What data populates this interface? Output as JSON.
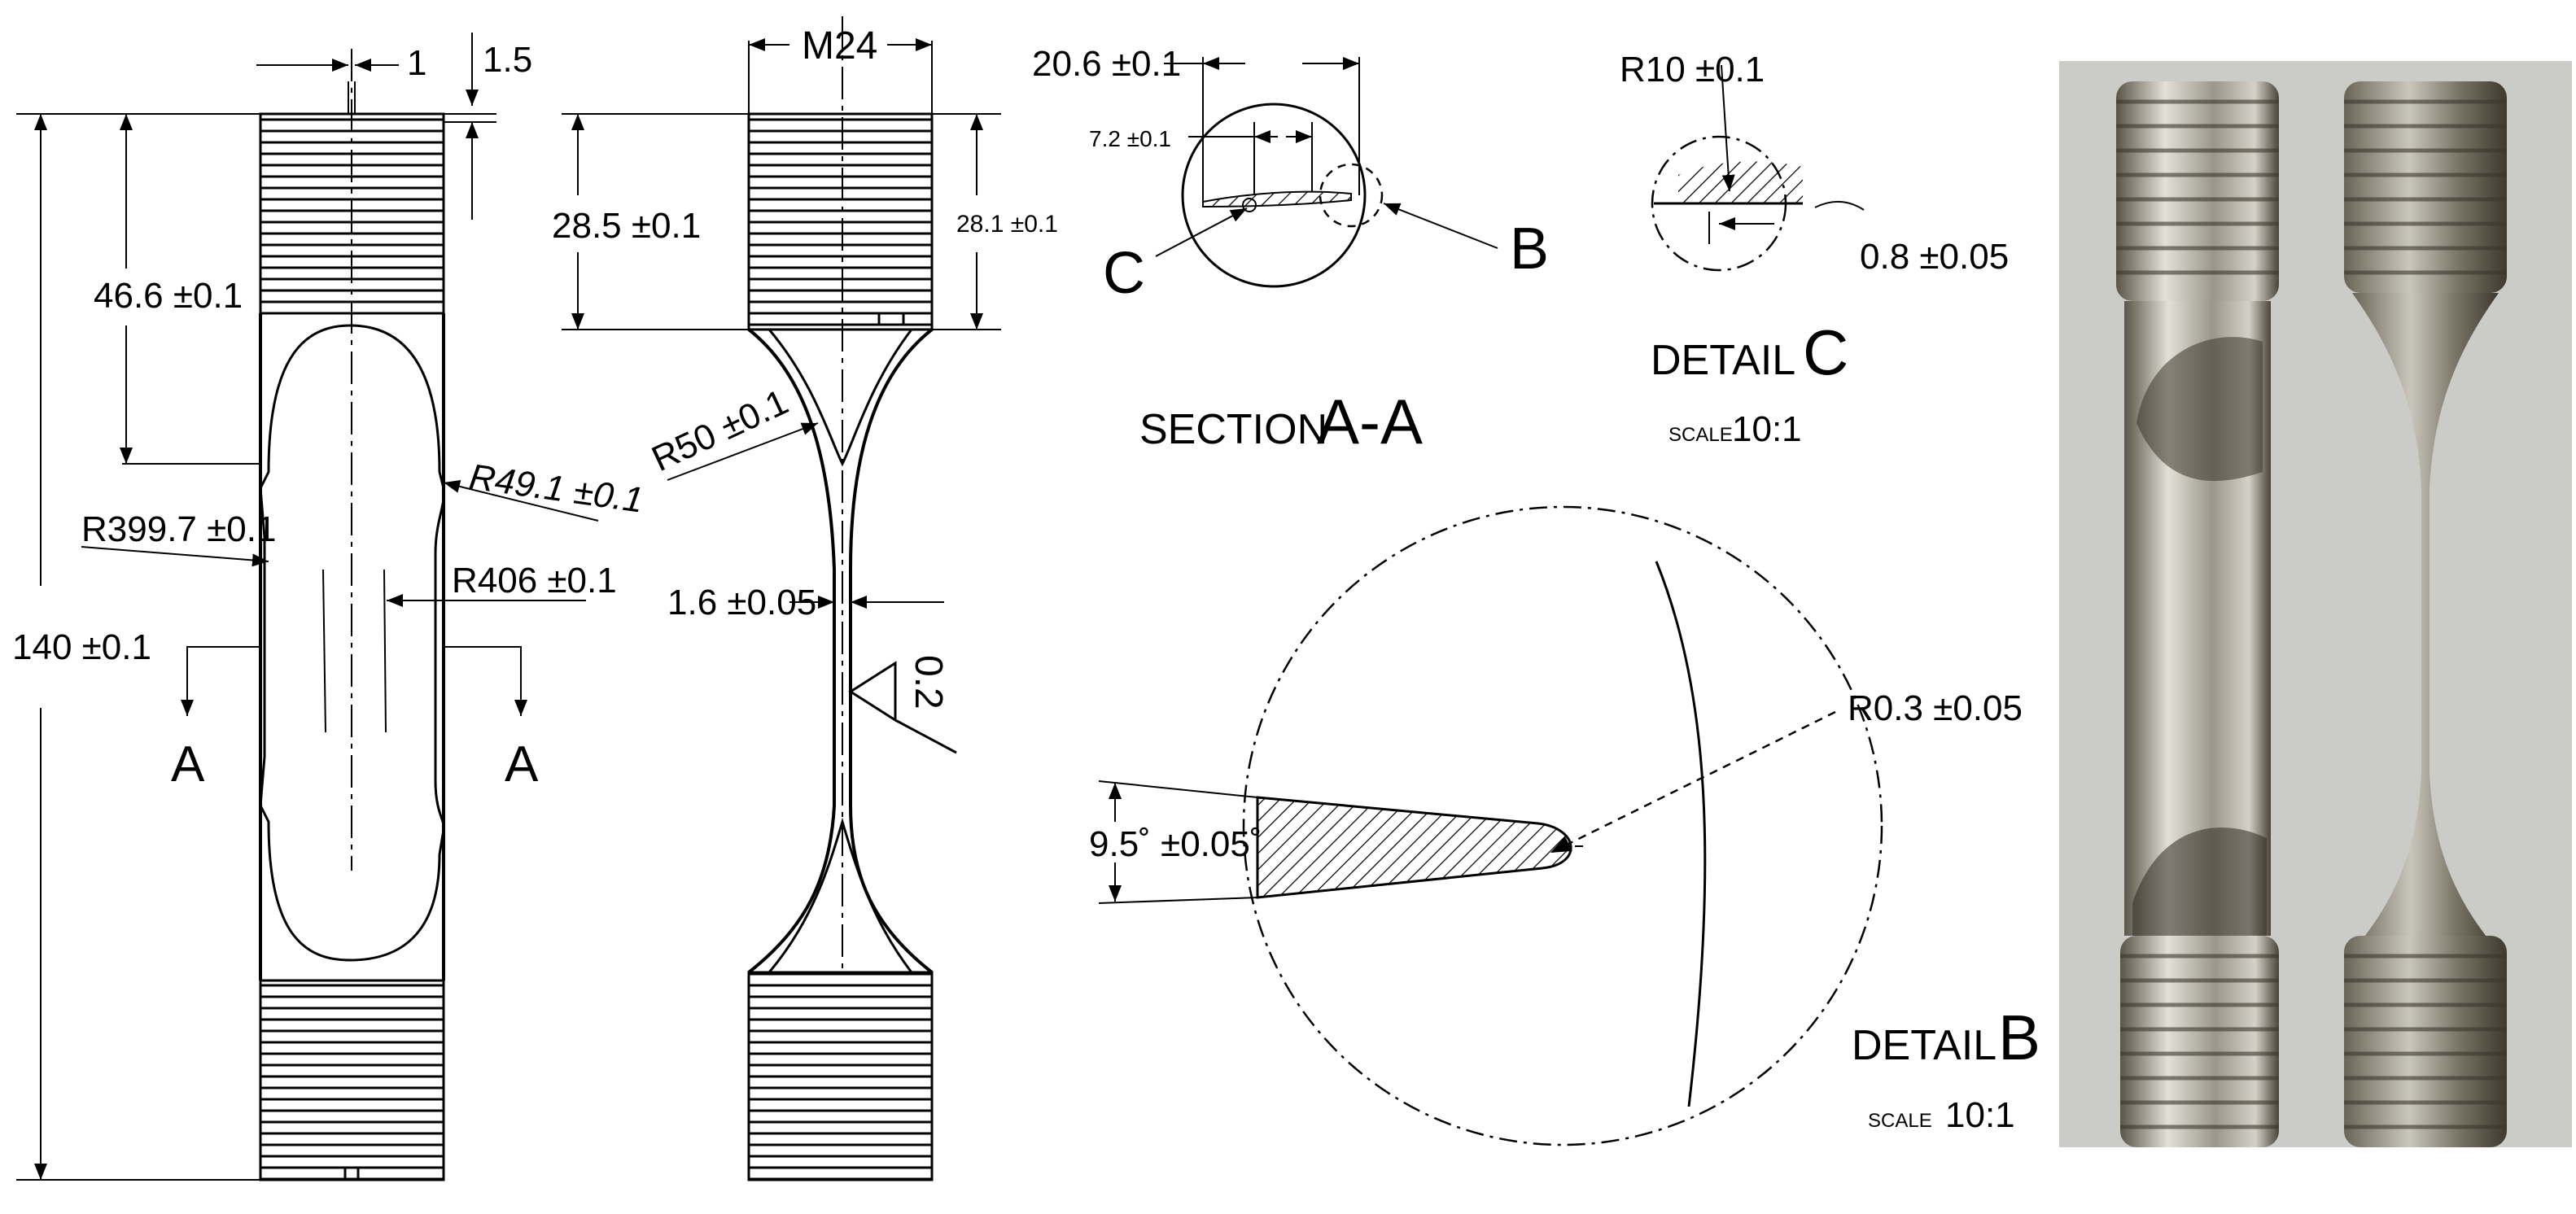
{
  "front_view": {
    "dim_slot_width": "1",
    "dim_slot_depth": "1.5",
    "dim_thread_length": "46.6 ±0.1",
    "dim_total_length": "140 ±0.1",
    "dim_outer_radius": "R399.7 ±0.1",
    "dim_fillet_radius": "R49.1 ±0.1",
    "dim_inner_radius": "R406 ±0.1",
    "section_mark_left": "A",
    "section_mark_right": "A"
  },
  "side_view": {
    "dim_thread": "M24",
    "dim_thread_length_left": "28.5 ±0.1",
    "dim_thread_length_right": "28.1 ±0.1",
    "dim_radius": "R50 ±0.1",
    "dim_gauge_thickness": "1.6 ±0.05",
    "dim_surface_finish": "0.2"
  },
  "section_aa": {
    "dim_width": "20.6 ±0.1",
    "dim_inner": "7.2 ±0.1",
    "label_c": "C",
    "label_b": "B",
    "title_prefix": "SECTION",
    "title_letters": "A-A"
  },
  "detail_c": {
    "dim_radius": "R10 ±0.1",
    "dim_thickness": "0.8 ±0.05",
    "title_prefix": "DETAIL",
    "title_letter": "C",
    "scale_word": "SCALE",
    "scale_value": "10:1"
  },
  "detail_b": {
    "dim_angle": "9.5˚ ±0.05˚",
    "dim_tip_radius": "R0.3 ±0.05",
    "title_prefix": "DETAIL",
    "title_letter": "B",
    "scale_word": "SCALE",
    "scale_value": "10:1"
  },
  "photo": {
    "background_color": "#c9c9c7",
    "metal_light": "#d8d6cf",
    "metal_dark": "#4a4538"
  }
}
